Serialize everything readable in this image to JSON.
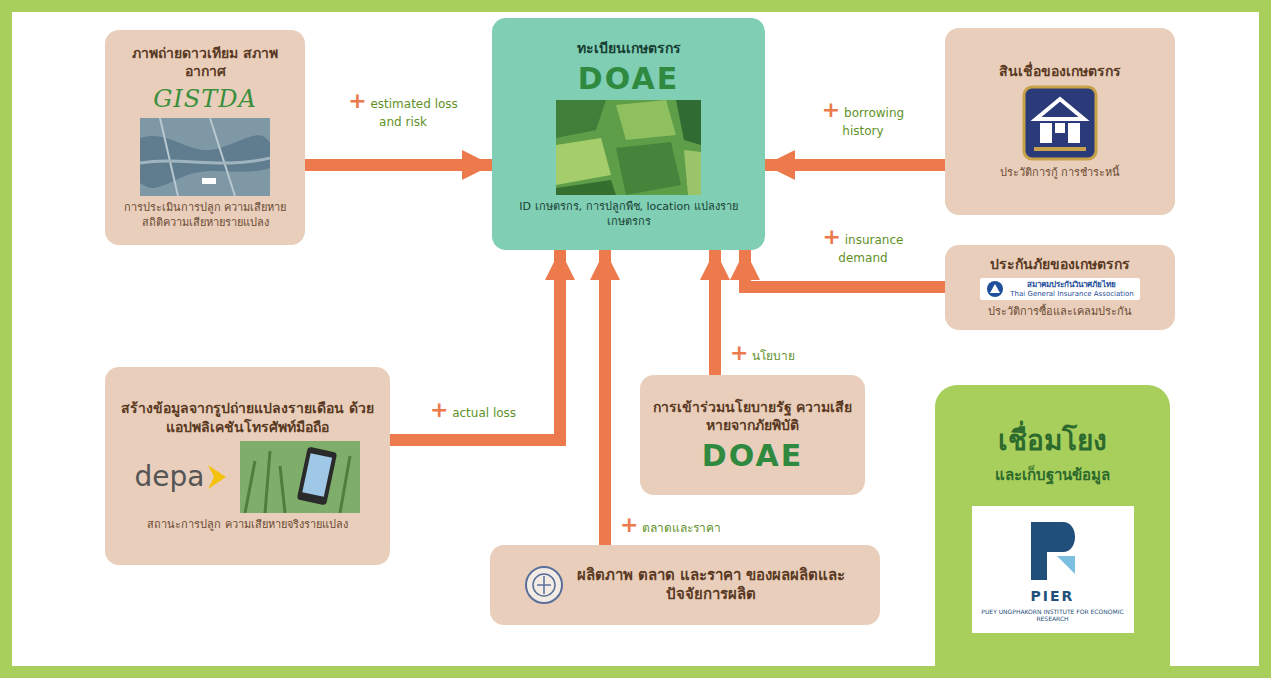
{
  "diagram": {
    "nodes": [
      {
        "text": [
          "ภาพถ่ายดาวเทียม สภาพอากาศ",
          "GISTDA",
          "การประเมินการปลูก ความเสียหาย สถิติความเสียหายรายแปลง"
        ]
      },
      {
        "text": [
          "ทะเบียนเกษตรกร",
          "DOAE",
          "ID เกษตรกร, การปลูกพืช, location แปลงรายเกษตรกร"
        ]
      },
      {
        "text": [
          "สินเชื่อของเกษตรกร",
          "ประวัติการกู้ การชำระหนี้"
        ]
      },
      {
        "text": [
          "ประกันภัยของเกษตรกร",
          "สมาคมประกันวินาศภัยไทย",
          "Thai General Insurance Association",
          "ประวัติการซื้อและเคลมประกัน"
        ]
      },
      {
        "text": [
          "สร้างข้อมูลจากรูปถ่ายแปลงรายเดือน ด้วยแอปพลิเคชันโทรศัพท์มือถือ",
          "depa",
          "สถานะการปลูก ความเสียหายจริงรายแปลง"
        ]
      },
      {
        "text": [
          "การเข้าร่วมนโยบายรัฐ ความเสียหายจากภัยพิบัติ",
          "DOAE"
        ]
      },
      {
        "text": [
          "ผลิตภาพ ตลาด และราคา ของผลผลิตและปัจจัยการผลิต"
        ]
      },
      {
        "text": [
          "เชื่อมโยง",
          "และเก็บฐานข้อมูล",
          "PIER",
          "PUEY UNGPHAKORN INSTITUTE FOR ECONOMIC RESEARCH"
        ]
      }
    ],
    "edges": [
      {
        "from": 0,
        "to": 1,
        "label": "+ estimated loss and risk",
        "arrow": "to"
      },
      {
        "from": 2,
        "to": 1,
        "label": "+ borrowing history",
        "arrow": "to"
      },
      {
        "from": 3,
        "to": 1,
        "label": "+ insurance demand",
        "arrow": "to"
      },
      {
        "from": 4,
        "to": 1,
        "label": "+ actual loss",
        "arrow": "to"
      },
      {
        "from": 5,
        "to": 1,
        "label": "+ นโยบาย",
        "arrow": "to"
      },
      {
        "from": 6,
        "to": 1,
        "label": "+ ตลาดและราคา",
        "arrow": "to"
      }
    ]
  }
}
